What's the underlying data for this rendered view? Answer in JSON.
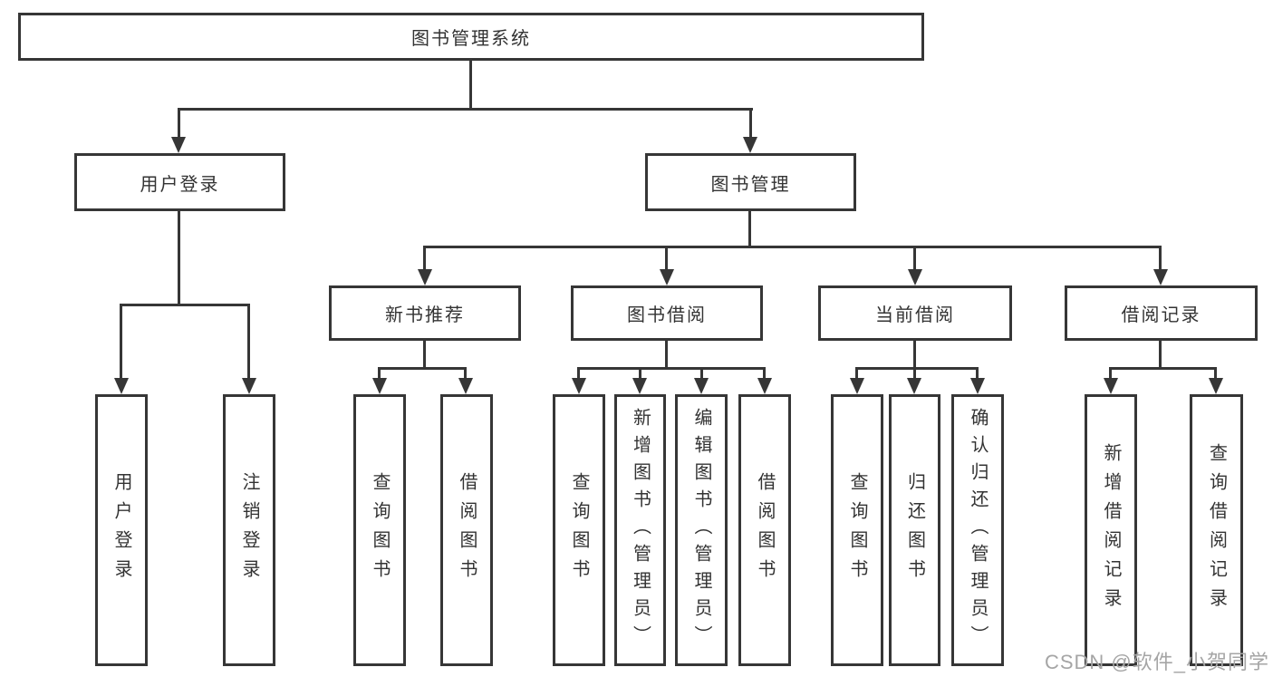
{
  "diagram": {
    "title": "图书管理系统",
    "root": {
      "label": "图书管理系统"
    },
    "user_login": {
      "label": "用户登录",
      "children": [
        {
          "label": "用户登录"
        },
        {
          "label": "注销登录"
        }
      ]
    },
    "book_mgmt": {
      "label": "图书管理"
    },
    "new_book_rec": {
      "label": "新书推荐",
      "children": [
        {
          "label": "查询图书"
        },
        {
          "label": "借阅图书"
        }
      ]
    },
    "book_borrow": {
      "label": "图书借阅",
      "children": [
        {
          "label": "查询图书"
        },
        {
          "label": "新增图书（管理员）"
        },
        {
          "label": "编辑图书（管理员）"
        },
        {
          "label": "借阅图书"
        }
      ]
    },
    "current_borrow": {
      "label": "当前借阅",
      "children": [
        {
          "label": "查询图书"
        },
        {
          "label": "归还图书"
        },
        {
          "label": "确认归还（管理员）"
        }
      ]
    },
    "borrow_records": {
      "label": "借阅记录",
      "children": [
        {
          "label": "新增借阅记录"
        },
        {
          "label": "查询借阅记录"
        }
      ]
    }
  },
  "watermark": {
    "text": "CSDN @软件_小贺同学"
  },
  "colors": {
    "line": "#363636",
    "text": "#333333",
    "watermark": "#a5a5a5",
    "background": "#ffffff"
  }
}
